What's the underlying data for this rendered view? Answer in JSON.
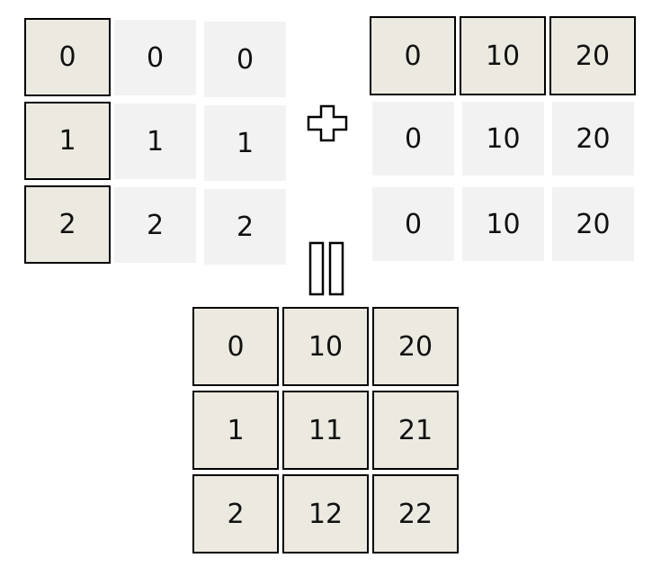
{
  "colors": {
    "solid_fill": "#ece9e0",
    "ghost_fill": "#f2f2f2",
    "border": "#000000"
  },
  "icons": {
    "plus": "plus-icon",
    "equals": "equals-icon"
  },
  "left_matrix": {
    "rows": [
      [
        "0",
        "0",
        "0"
      ],
      [
        "1",
        "1",
        "1"
      ],
      [
        "2",
        "2",
        "2"
      ]
    ],
    "solid_columns": [
      0
    ]
  },
  "right_matrix": {
    "rows": [
      [
        "0",
        "10",
        "20"
      ],
      [
        "0",
        "10",
        "20"
      ],
      [
        "0",
        "10",
        "20"
      ]
    ],
    "solid_rows": [
      0
    ]
  },
  "result_matrix": {
    "rows": [
      [
        "0",
        "10",
        "20"
      ],
      [
        "1",
        "11",
        "21"
      ],
      [
        "2",
        "12",
        "22"
      ]
    ]
  }
}
